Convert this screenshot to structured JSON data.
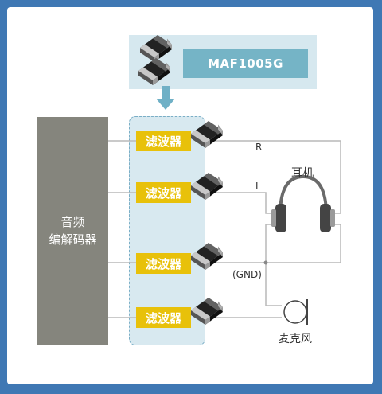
{
  "part_number": "MAF1005G",
  "codec_label": [
    "音频",
    "编解码器"
  ],
  "filter_label": "滤波器",
  "filters": [
    "滤波器",
    "滤波器",
    "滤波器",
    "滤波器"
  ],
  "signals": {
    "right": "R",
    "left": "L",
    "ground": "(GND)"
  },
  "devices": {
    "headphone": "耳机",
    "microphone": "麦克风"
  },
  "colors": {
    "background": "#3f78b4",
    "filter": "#e8c10a",
    "codec": "#85857d",
    "accent": "#75b4c6"
  }
}
